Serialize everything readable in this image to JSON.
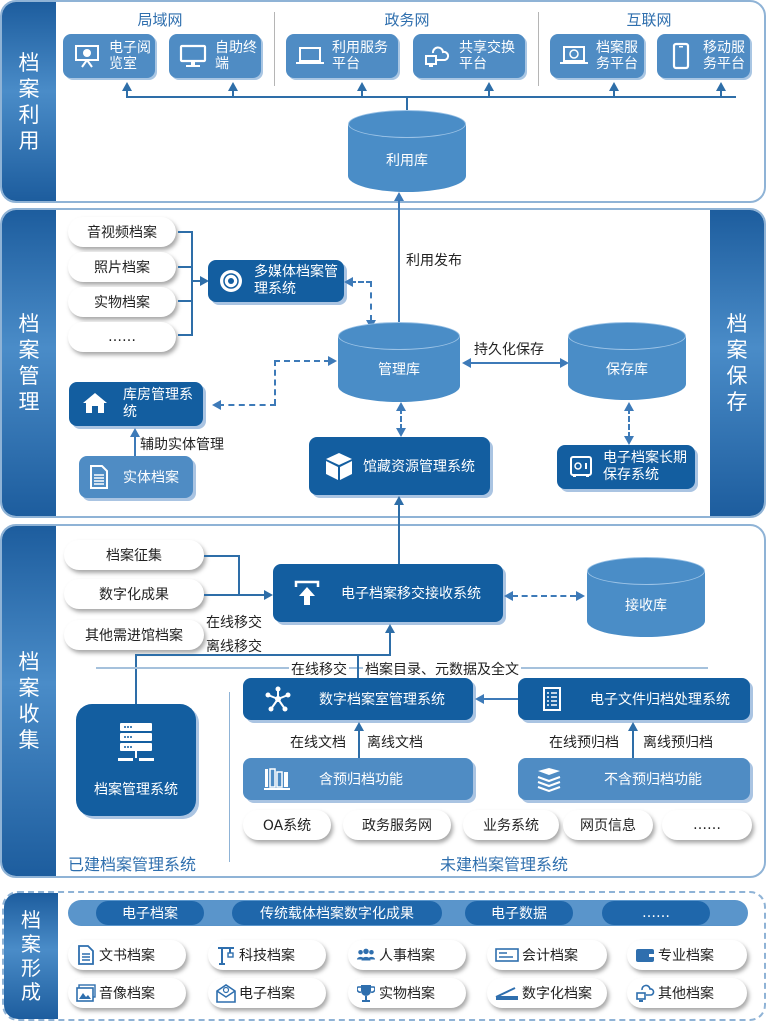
{
  "colors": {
    "primary": "#135ea0",
    "secondary": "#4f8cc4",
    "line": "#2e6ea8",
    "caption": "#2f6fae"
  },
  "sections": {
    "utilization": "档案利用",
    "management": "档案管理",
    "preservation": "档案保存",
    "collection": "档案收集",
    "formation": "档案形成"
  },
  "utilization": {
    "networks": [
      {
        "label": "局域网",
        "items": [
          {
            "label": "电子阅览室",
            "icon": "presentation-icon"
          },
          {
            "label": "自助终端",
            "icon": "monitor-icon"
          }
        ]
      },
      {
        "label": "政务网",
        "items": [
          {
            "label": "利用服务平台",
            "icon": "laptop-icon"
          },
          {
            "label": "共享交换平台",
            "icon": "cloud-sync-icon"
          }
        ]
      },
      {
        "label": "互联网",
        "items": [
          {
            "label": "档案服务平台",
            "icon": "web-laptop-icon"
          },
          {
            "label": "移动服务平台",
            "icon": "mobile-icon"
          }
        ]
      }
    ],
    "db": "利用库"
  },
  "management": {
    "media_items": [
      "音视频档案",
      "照片档案",
      "实物档案",
      "……"
    ],
    "multimedia_system": "多媒体档案管理系统",
    "warehouse_system": "库房管理系统",
    "physical_archive": "实体档案",
    "assist_label": "辅助实体管理",
    "publish_label": "利用发布",
    "mgmt_db": "管理库",
    "persist_label": "持久化保存",
    "preserve_db": "保存库",
    "collection_system": "馆藏资源管理系统",
    "long_term_system": "电子档案长期保存系统"
  },
  "collection": {
    "sources": [
      "档案征集",
      "数字化成果",
      "其他需进馆档案"
    ],
    "online_transfer": "在线移交",
    "offline_transfer": "离线移交",
    "transfer_system": "电子档案移交接收系统",
    "receive_db": "接收库",
    "online_transfer2": "在线移交",
    "content_label": "档案目录、元数据及全文",
    "existing_system": "档案管理系统",
    "digital_room_system": "数字档案室管理系统",
    "file_archive_system": "电子文件归档处理系统",
    "online_doc": "在线文档",
    "offline_doc": "离线文档",
    "online_pre": "在线预归档",
    "offline_pre": "离线预归档",
    "with_pre": "含预归档功能",
    "without_pre": "不含预归档功能",
    "sources2": [
      "OA系统",
      "政务服务网",
      "业务系统",
      "网页信息",
      "……"
    ],
    "existing_caption": "已建档案管理系统",
    "not_built_caption": "未建档案管理系统"
  },
  "formation": {
    "bar_items": [
      "电子档案",
      "传统载体档案数字化成果",
      "电子数据",
      "……"
    ],
    "types": [
      {
        "label": "文书档案",
        "icon": "document-icon"
      },
      {
        "label": "科技档案",
        "icon": "crane-icon"
      },
      {
        "label": "人事档案",
        "icon": "people-icon"
      },
      {
        "label": "会计档案",
        "icon": "check-icon"
      },
      {
        "label": "专业档案",
        "icon": "wallet-icon"
      },
      {
        "label": "音像档案",
        "icon": "image-icon"
      },
      {
        "label": "电子档案",
        "icon": "email-icon"
      },
      {
        "label": "实物档案",
        "icon": "trophy-icon"
      },
      {
        "label": "数字化档案",
        "icon": "scanner-icon"
      },
      {
        "label": "其他档案",
        "icon": "cloud-sync-icon"
      }
    ]
  }
}
